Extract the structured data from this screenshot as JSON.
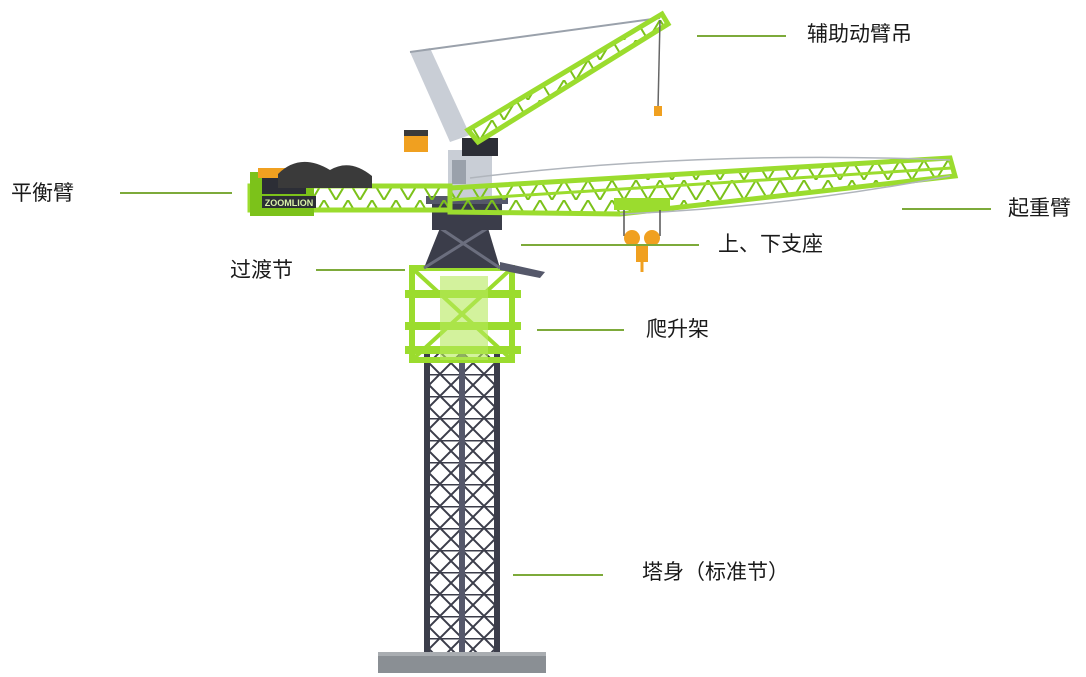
{
  "labels": {
    "aux_jib": "辅助动臂吊",
    "counter_jib": "平衡臂",
    "jib": "起重臂",
    "slewing_support": "上、下支座",
    "transition_section": "过渡节",
    "climbing_frame": "爬升架",
    "tower_body": "塔身（标准节）"
  },
  "brand_plate": "ZOOMLION",
  "colors": {
    "crane_green": "#9bdc2e",
    "steel_dark": "#3b3d4a",
    "leader_line": "#7daa3a",
    "counterweight": "#3a3a3a",
    "hook_orange": "#f0a020",
    "foundation": "#8a8f94"
  }
}
